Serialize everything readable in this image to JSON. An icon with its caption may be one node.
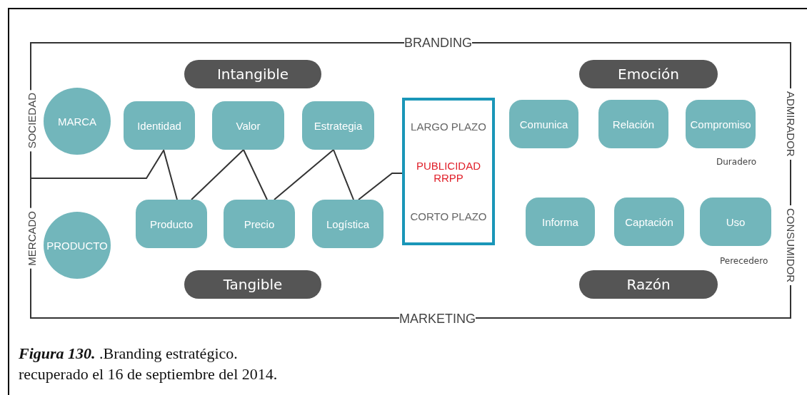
{
  "diagram": {
    "title": "**Figura 130.** .Branding estratégico.",
    "caption": "recuperado el 16 de septiembre del 2014.",
    "nodes": [
      {
        "text": [
          "Intangible"
        ]
      },
      {
        "text": [
          "Emoción"
        ]
      },
      {
        "text": [
          "MARCA"
        ]
      },
      {
        "text": [
          "Identidad"
        ]
      },
      {
        "text": [
          "Valor"
        ]
      },
      {
        "text": [
          "Estrategia"
        ]
      },
      {
        "text": [
          "LARGO PLAZO",
          "PUBLICIDAD RRPP",
          "CORTO PLAZO"
        ]
      },
      {
        "text": [
          "Comunica"
        ]
      },
      {
        "text": [
          "Relación"
        ]
      },
      {
        "text": [
          "Compromiso"
        ],
        "beside": [
          "Duradero"
        ]
      },
      {
        "text": [
          "PRODUCTO"
        ]
      },
      {
        "text": [
          "Producto"
        ]
      },
      {
        "text": [
          "Precio"
        ]
      },
      {
        "text": [
          "Logística"
        ]
      },
      {
        "text": [
          "Informa"
        ]
      },
      {
        "text": [
          "Captación"
        ]
      },
      {
        "text": [
          "Uso"
        ],
        "beside": [
          "Perecedero"
        ]
      },
      {
        "text": [
          "Tangible"
        ]
      },
      {
        "text": [
          "Razón"
        ]
      }
    ],
    "edges": [
      {
        "from": null,
        "to": 3,
        "arrow": "none"
      },
      {
        "from": 3,
        "to": 11,
        "arrow": "none"
      },
      {
        "from": 11,
        "to": 4,
        "arrow": "none"
      },
      {
        "from": 4,
        "to": 12,
        "arrow": "none"
      },
      {
        "from": 12,
        "to": 5,
        "arrow": "none"
      },
      {
        "from": 5,
        "to": 13,
        "arrow": "none"
      },
      {
        "from": 13,
        "to": 6,
        "arrow": "none"
      }
    ],
    "labels": [
      "BRANDING",
      "SOCIEDAD",
      "ADMIRADOR",
      "MERCADO",
      "CONSUMIDOR",
      "MARKETING"
    ]
  }
}
